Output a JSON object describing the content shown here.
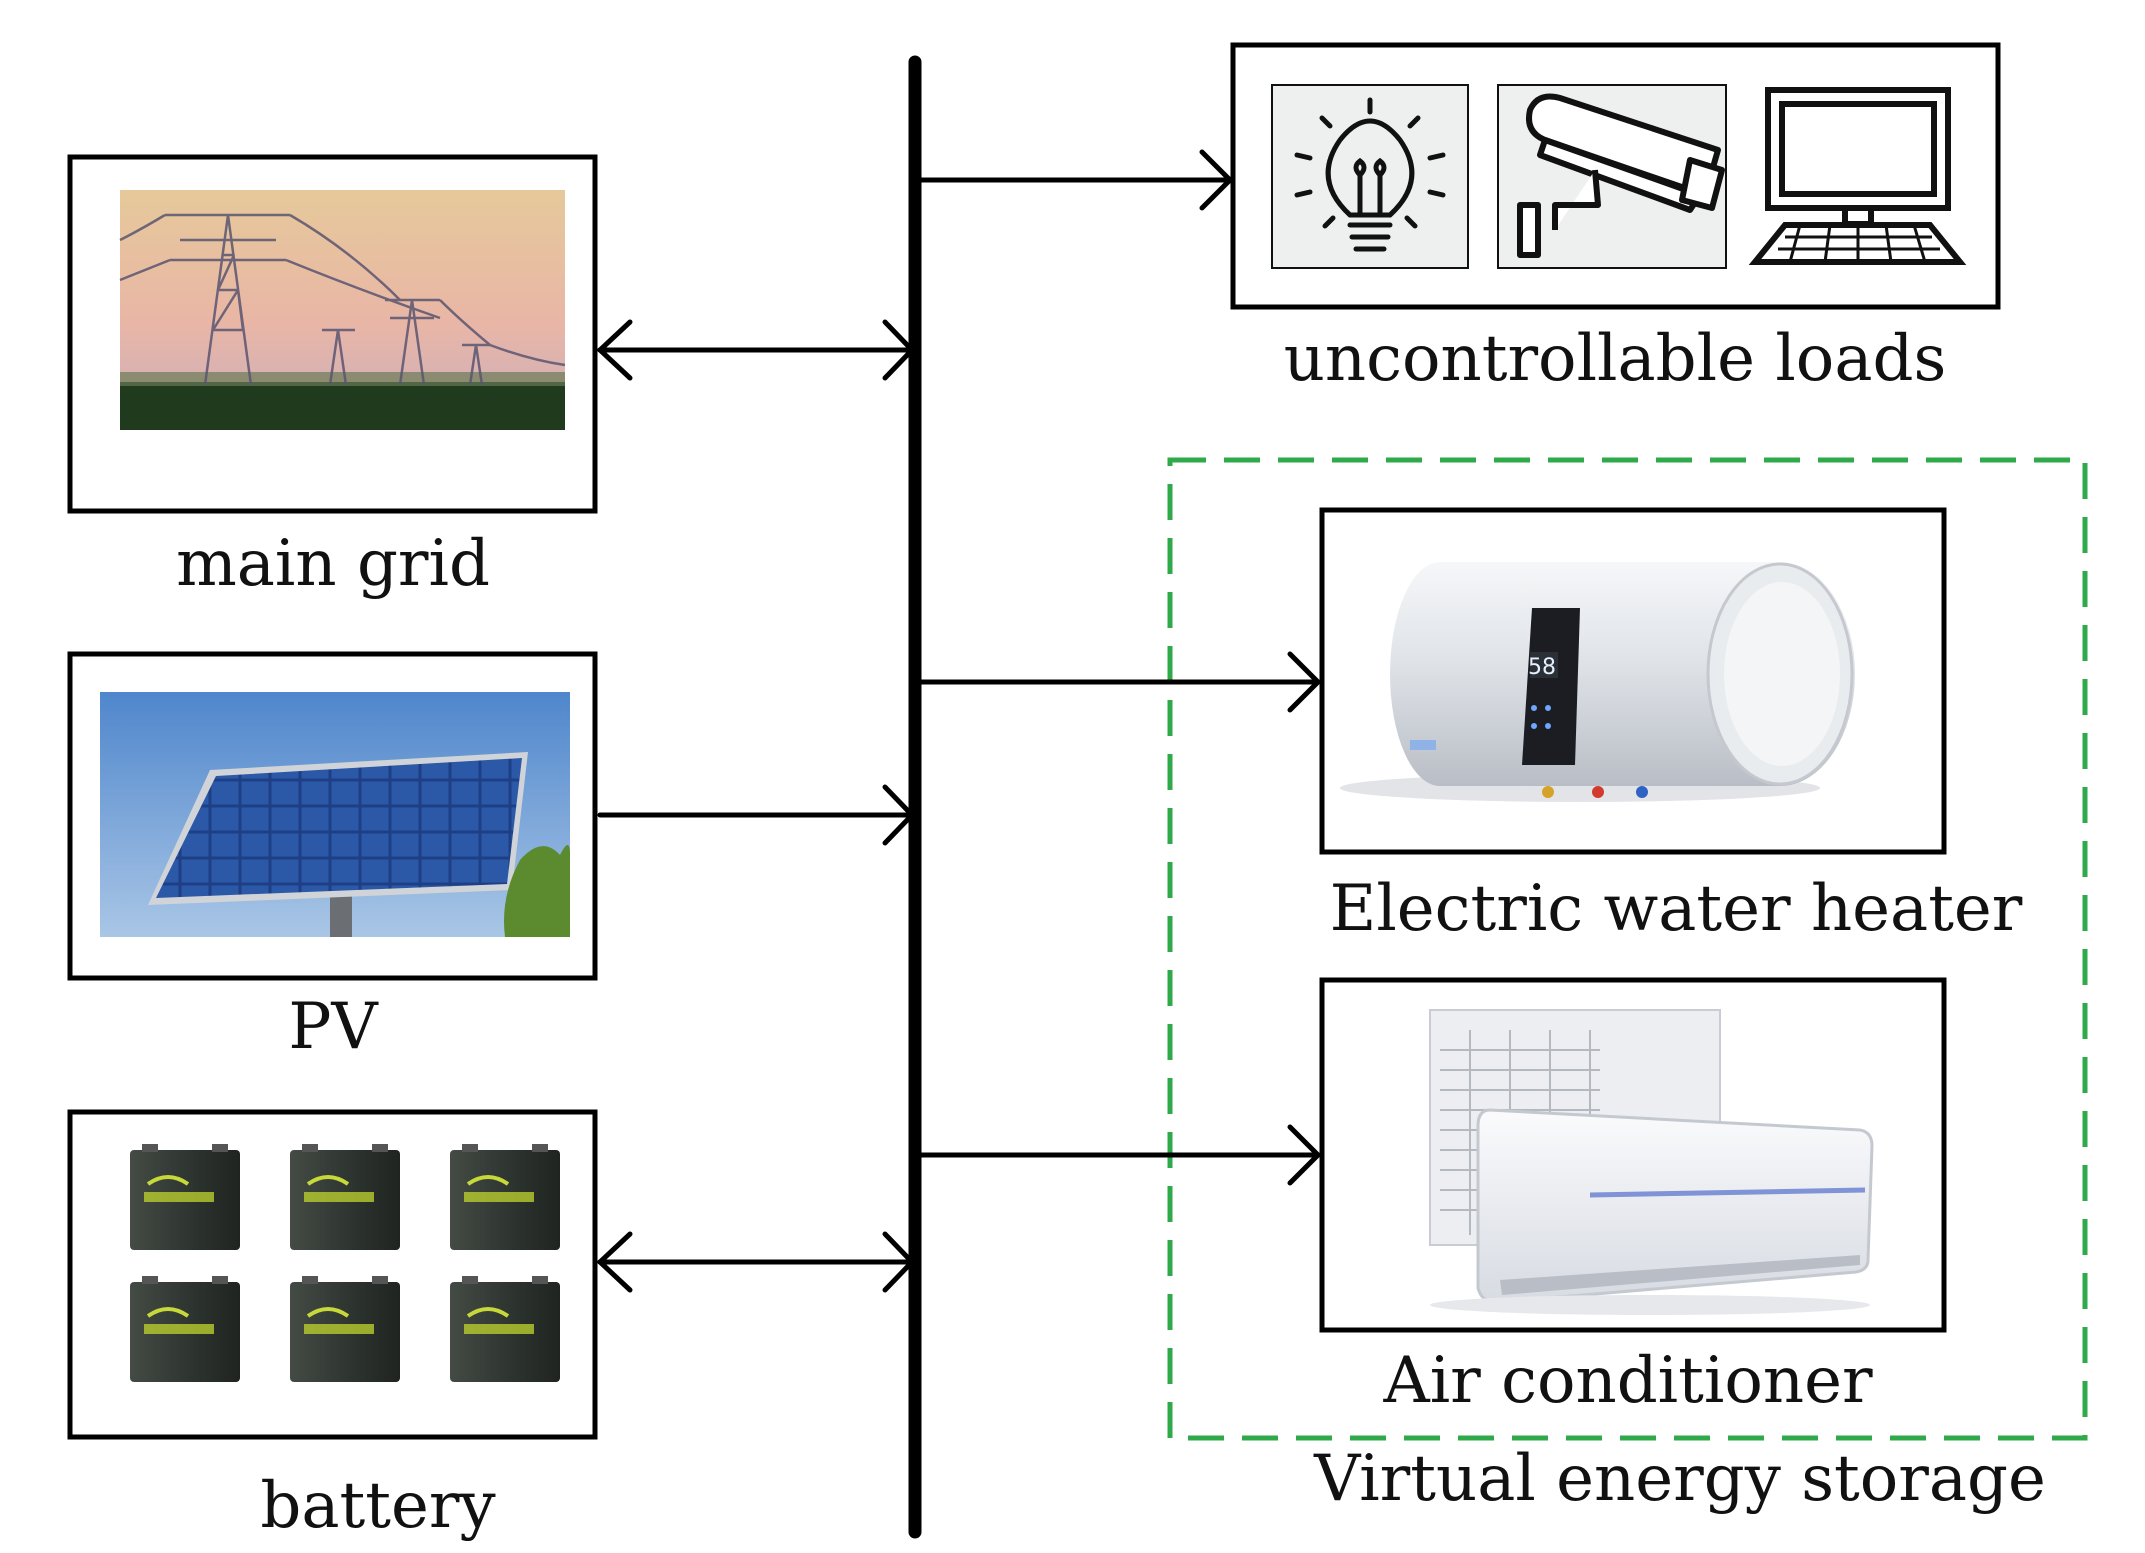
{
  "sources": {
    "main_grid": "main grid",
    "pv": "PV",
    "battery": "battery"
  },
  "loads": {
    "uncontrollable": "uncontrollable loads",
    "water_heater": "Electric water heater",
    "air_conditioner": "Air conditioner",
    "virtual_storage": "Virtual energy storage",
    "heater_display": "58"
  },
  "colors": {
    "bus": "#000000",
    "virtual_storage_border": "#2eaa4a",
    "sky": "#5d8fd0",
    "battery_body": "#2f3630"
  },
  "icons": [
    "transmission-tower-icon",
    "solar-panel-icon",
    "battery-icon",
    "light-bulb-icon",
    "security-camera-icon",
    "computer-icon",
    "water-heater-icon",
    "air-conditioner-icon"
  ]
}
